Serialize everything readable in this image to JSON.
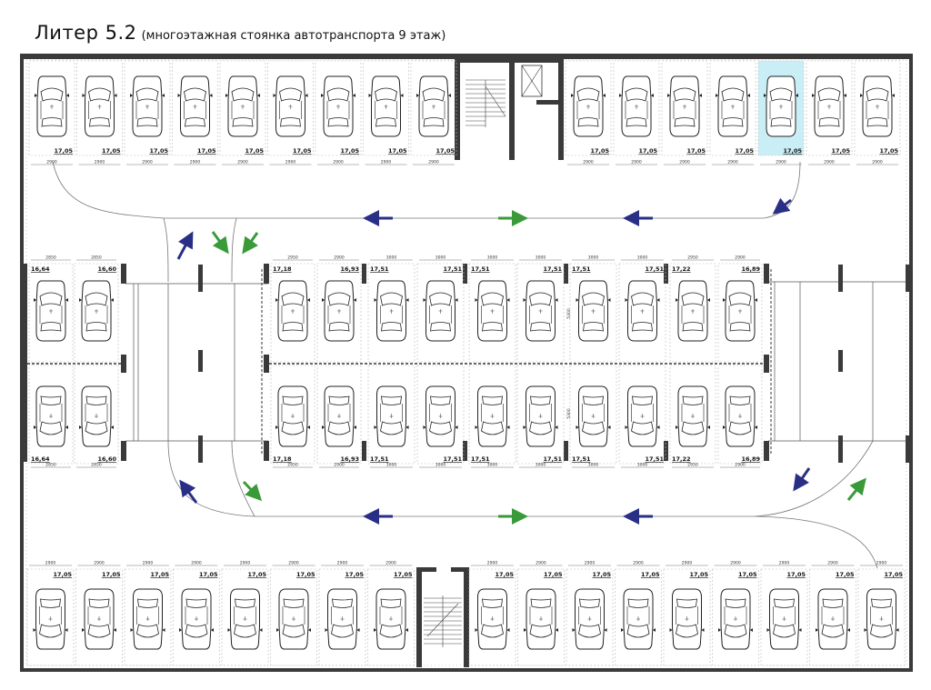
{
  "title": {
    "main": "Литер 5.2",
    "sub": "(многоэтажная стоянка автотранспорта 9 этаж)"
  },
  "colors": {
    "wall": "#3a3a3a",
    "line": "#777777",
    "highlight": "#c9eef5",
    "arrow_blue": "#2a2f86",
    "arrow_green": "#3a9a3a"
  },
  "top_row": {
    "left_labels": [
      "17,05",
      "17,05",
      "17,05",
      "17,05",
      "17,05",
      "17,05",
      "17,05",
      "17,05",
      "17,05"
    ],
    "left_dims": [
      "2900",
      "2900",
      "2900",
      "2900",
      "2900",
      "2900",
      "2900",
      "2900",
      "2900"
    ],
    "right_labels": [
      "17,05",
      "17,05",
      "17,05",
      "17,05",
      "17,05",
      "17,05",
      "17,05"
    ],
    "right_dims": [
      "2900",
      "2900",
      "2900",
      "2900",
      "2900",
      "2900",
      "2900"
    ],
    "highlighted_right_index": 4
  },
  "bottom_row": {
    "left_labels": [
      "17,05",
      "17,05",
      "17,05",
      "17,05",
      "17,05",
      "17,05",
      "17,05",
      "17,05"
    ],
    "left_dims": [
      "2900",
      "2900",
      "2900",
      "2900",
      "2900",
      "2900",
      "2900",
      "2900"
    ],
    "right_labels": [
      "17,05",
      "17,05",
      "17,05",
      "17,05",
      "17,05",
      "17,05",
      "17,05",
      "17,05",
      "17,05"
    ],
    "right_dims": [
      "2900",
      "2900",
      "2900",
      "2900",
      "2900",
      "2900",
      "2900",
      "2900",
      "2900"
    ]
  },
  "left_block": {
    "top_labels": [
      "16,64",
      "16,60"
    ],
    "bottom_labels": [
      "16,64",
      "16,60"
    ],
    "dims": [
      "2850",
      "2850"
    ]
  },
  "center_block": {
    "top_labels": [
      "17,18",
      "16,93",
      "17,51",
      "17,51",
      "17,51",
      "17,51",
      "17,51",
      "17,51",
      "17,22",
      "16,89"
    ],
    "bottom_labels": [
      "17,18",
      "16,93",
      "17,51",
      "17,51",
      "17,51",
      "17,51",
      "17,51",
      "17,51",
      "17,22",
      "16,89"
    ],
    "dims": [
      "2950",
      "2900",
      "3000",
      "3000",
      "3000",
      "3000",
      "3000",
      "3000",
      "2950",
      "2900"
    ],
    "depth_dim": "5300"
  },
  "arrows": {
    "top_lane": [
      "blue-left",
      "green-right",
      "blue-left"
    ],
    "bottom_lane": [
      "blue-left",
      "green-right",
      "blue-left"
    ]
  }
}
